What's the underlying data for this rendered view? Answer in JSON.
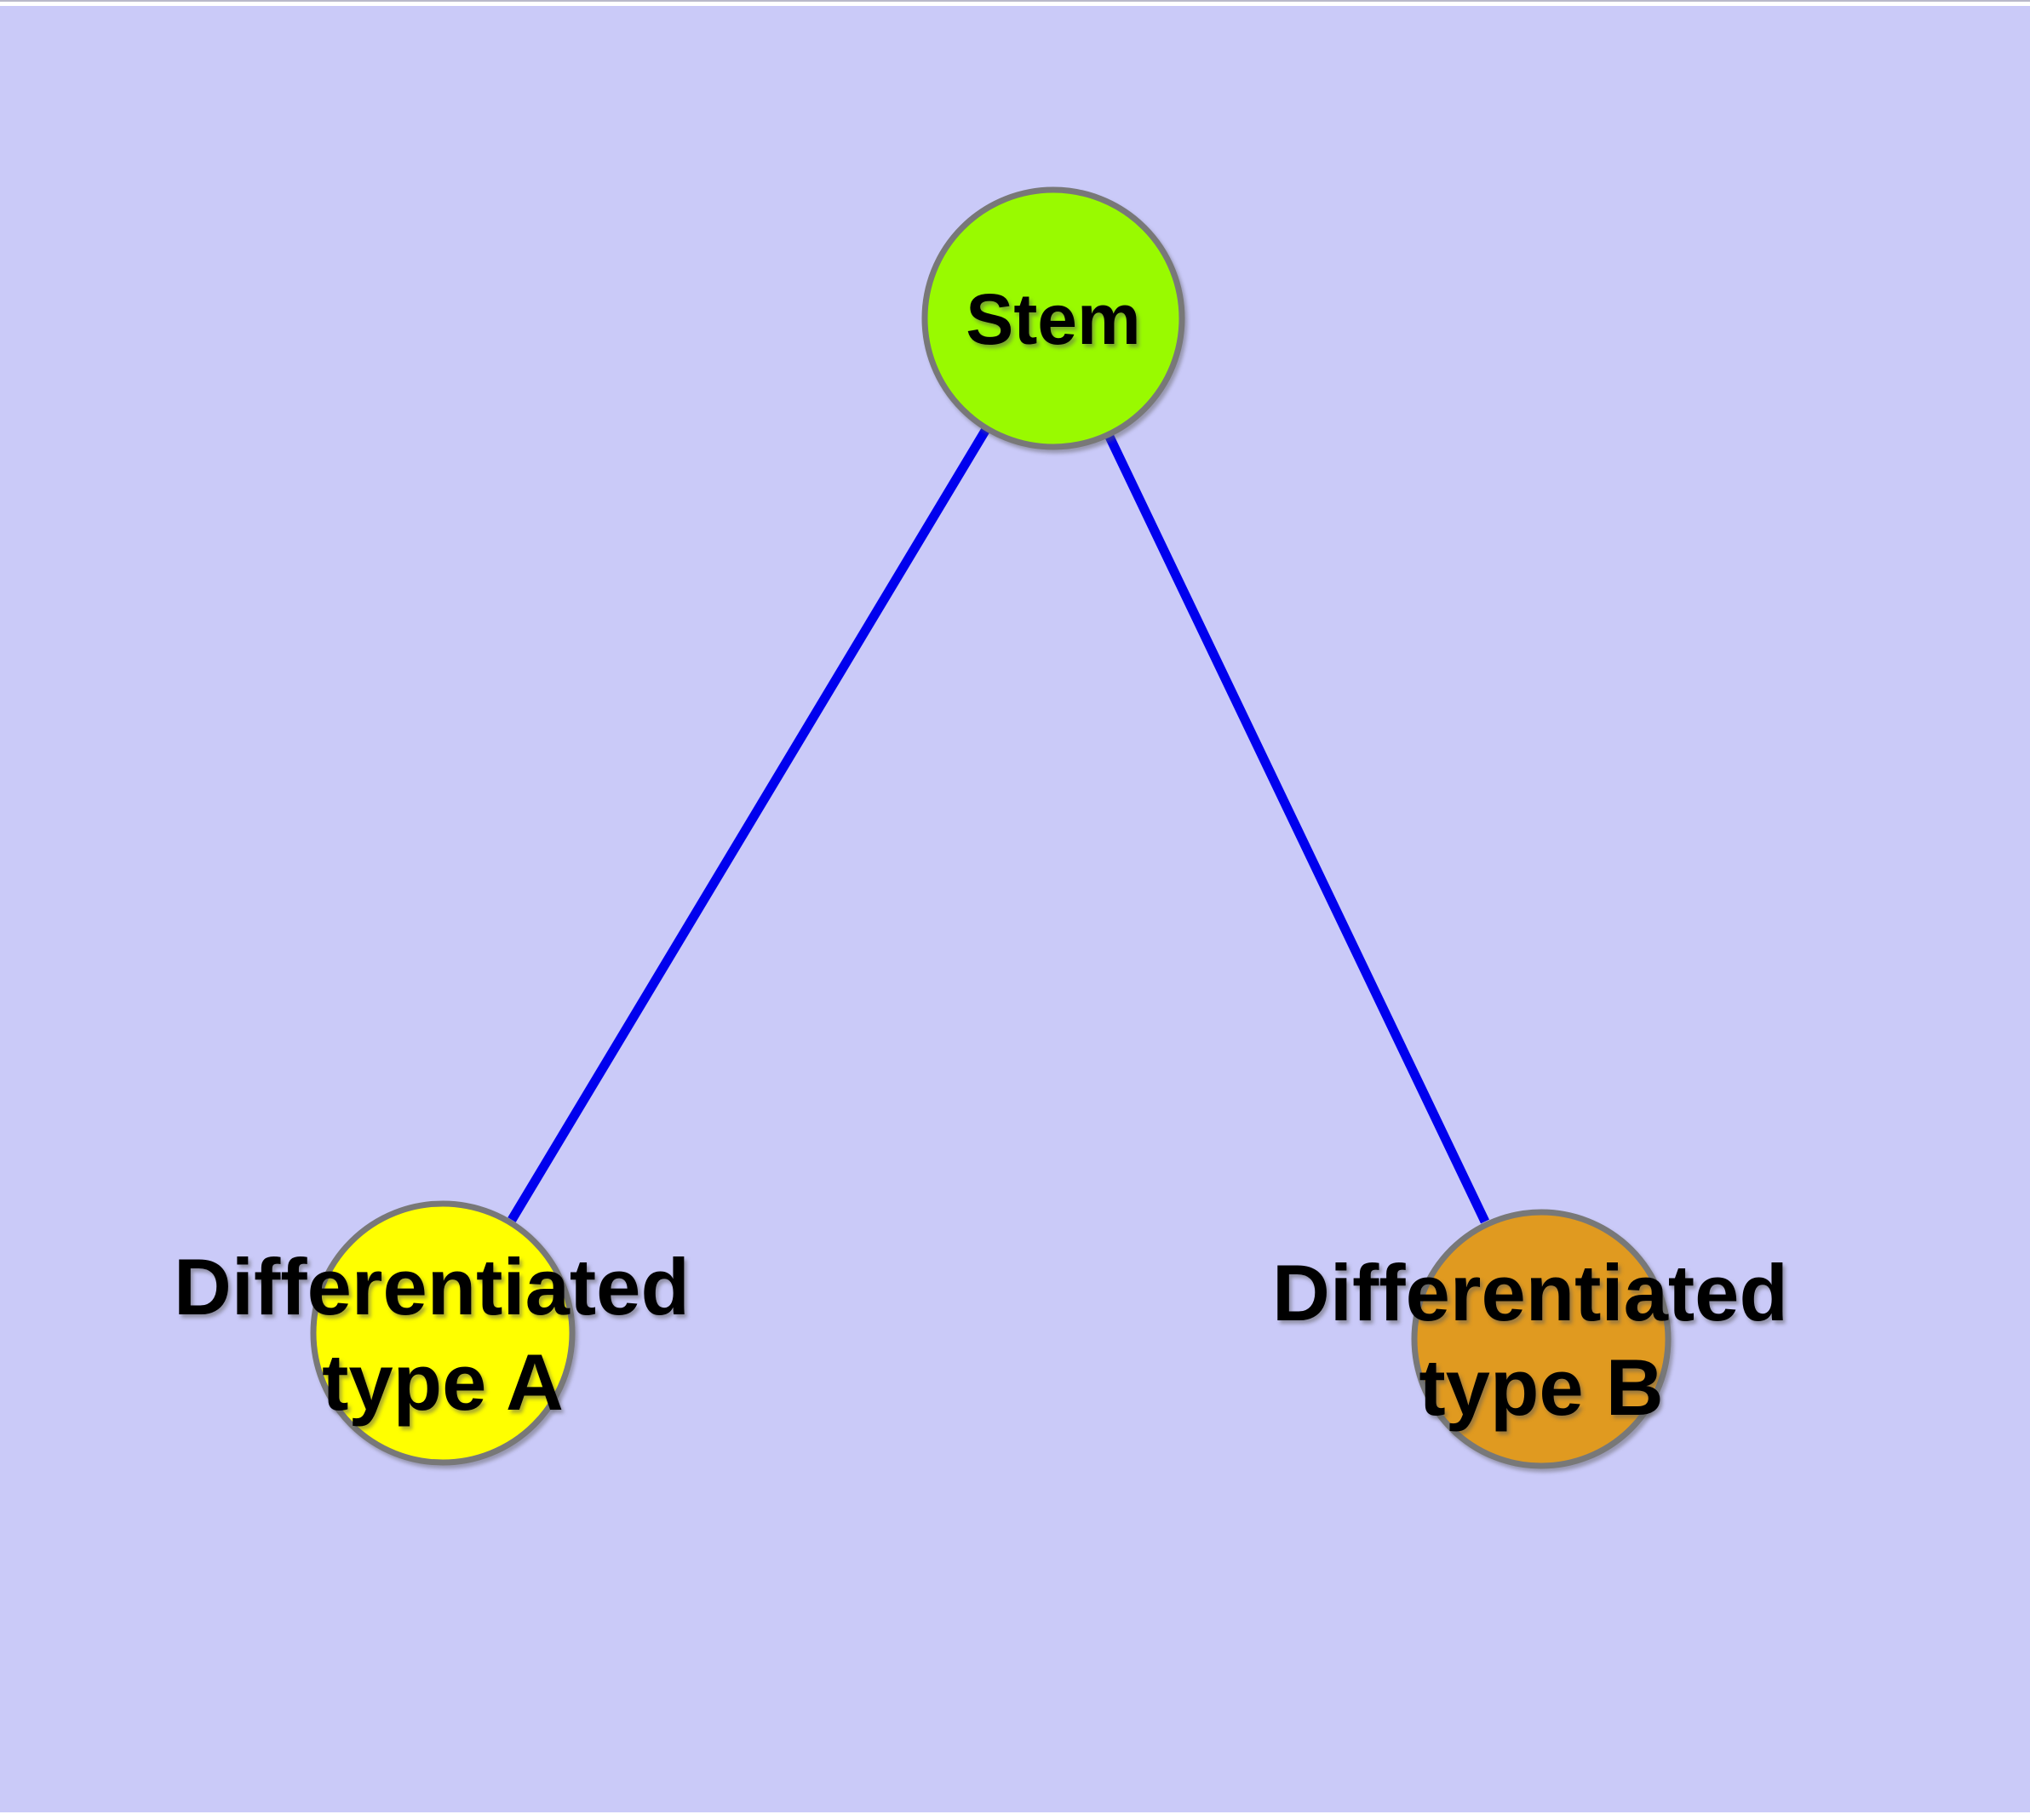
{
  "colors": {
    "page_background": "#CACAF8",
    "margin_strip": "#FFFFFF",
    "top_hairline": "#B9B9C9",
    "edge": "#0000EE",
    "node_border": "#787878",
    "label_text": "#000000"
  },
  "diagram": {
    "type": "node-link-tree",
    "description": "Stem cell differentiation tree: one root node connected to two leaf nodes"
  },
  "nodes": {
    "stem": {
      "label": "Stem",
      "color": "#99FA00"
    },
    "type_a": {
      "label": "Differentiated type A",
      "line1": "Differentiated",
      "line2": "type A",
      "color": "#FFFF00"
    },
    "type_b": {
      "label": "Differentiated type B",
      "line1": "Differentiated",
      "line2": "type B",
      "color": "#E09A20"
    }
  },
  "edges": [
    {
      "from": "Stem",
      "to": "Differentiated type A"
    },
    {
      "from": "Stem",
      "to": "Differentiated type B"
    }
  ]
}
